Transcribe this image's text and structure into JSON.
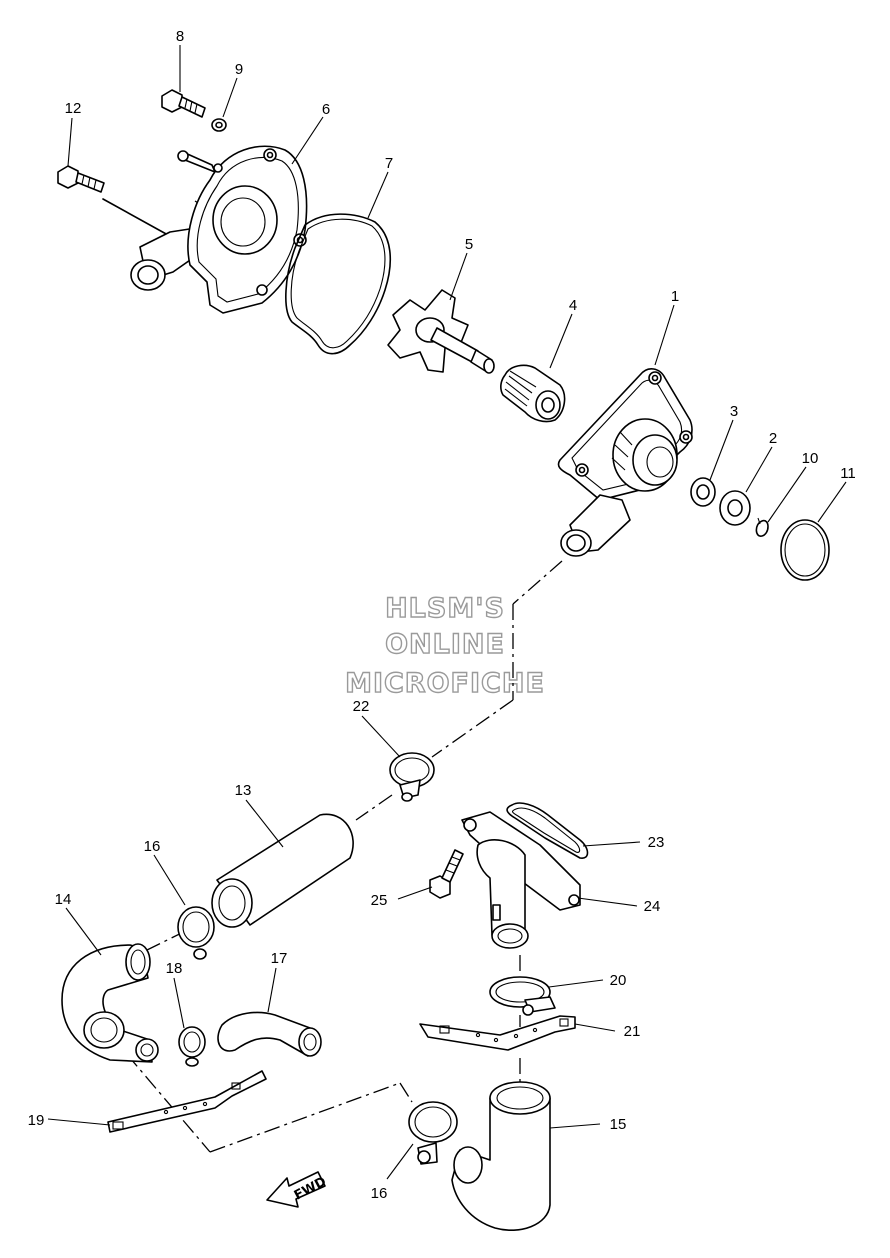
{
  "diagram": {
    "labels": {
      "p1": "1",
      "p2": "2",
      "p3": "3",
      "p4": "4",
      "p5": "5",
      "p6": "6",
      "p7": "7",
      "p8": "8",
      "p9": "9",
      "p10": "10",
      "p11": "11",
      "p12": "12",
      "p13": "13",
      "p14": "14",
      "p15": "15",
      "p16a": "16",
      "p16b": "16",
      "p17": "17",
      "p18": "18",
      "p19": "19",
      "p20": "20",
      "p21": "21",
      "p22": "22",
      "p23": "23",
      "p24": "24",
      "p25": "25"
    },
    "watermark": {
      "line1": "HLSM'S",
      "line2": "ONLINE",
      "line3": "MICROFICHE"
    },
    "fwd_label": "FWD"
  }
}
